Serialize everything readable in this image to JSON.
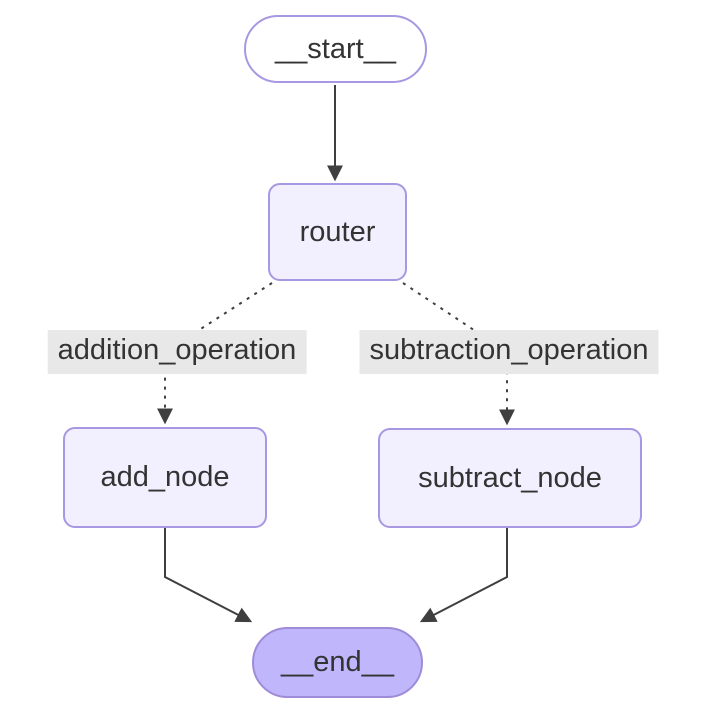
{
  "diagram": {
    "type": "flowchart",
    "direction": "top-down",
    "nodes": [
      {
        "id": "__start__",
        "label": "__start__",
        "shape": "stadium",
        "variant": "first"
      },
      {
        "id": "router",
        "label": "router",
        "shape": "rounded-rect",
        "variant": "default"
      },
      {
        "id": "add_node",
        "label": "add_node",
        "shape": "rounded-rect",
        "variant": "default"
      },
      {
        "id": "subtract_node",
        "label": "subtract_node",
        "shape": "rounded-rect",
        "variant": "default"
      },
      {
        "id": "__end__",
        "label": "__end__",
        "shape": "stadium",
        "variant": "last"
      }
    ],
    "edges": [
      {
        "from": "__start__",
        "to": "router",
        "style": "solid",
        "label": ""
      },
      {
        "from": "router",
        "to": "add_node",
        "style": "dotted",
        "label": "addition_operation"
      },
      {
        "from": "router",
        "to": "subtract_node",
        "style": "dotted",
        "label": "subtraction_operation"
      },
      {
        "from": "add_node",
        "to": "__end__",
        "style": "solid",
        "label": ""
      },
      {
        "from": "subtract_node",
        "to": "__end__",
        "style": "solid",
        "label": ""
      }
    ],
    "colors": {
      "node_fill": "#f2f0ff",
      "node_border": "#a897e2",
      "first_fill": "#ffffff",
      "last_fill": "#bfb6fc",
      "last_border": "#9f8bd8",
      "edge_line": "#3f3f3f",
      "edge_label_bg": "#e8e8e8",
      "text": "#333333",
      "canvas_bg": "#ffffff"
    }
  }
}
